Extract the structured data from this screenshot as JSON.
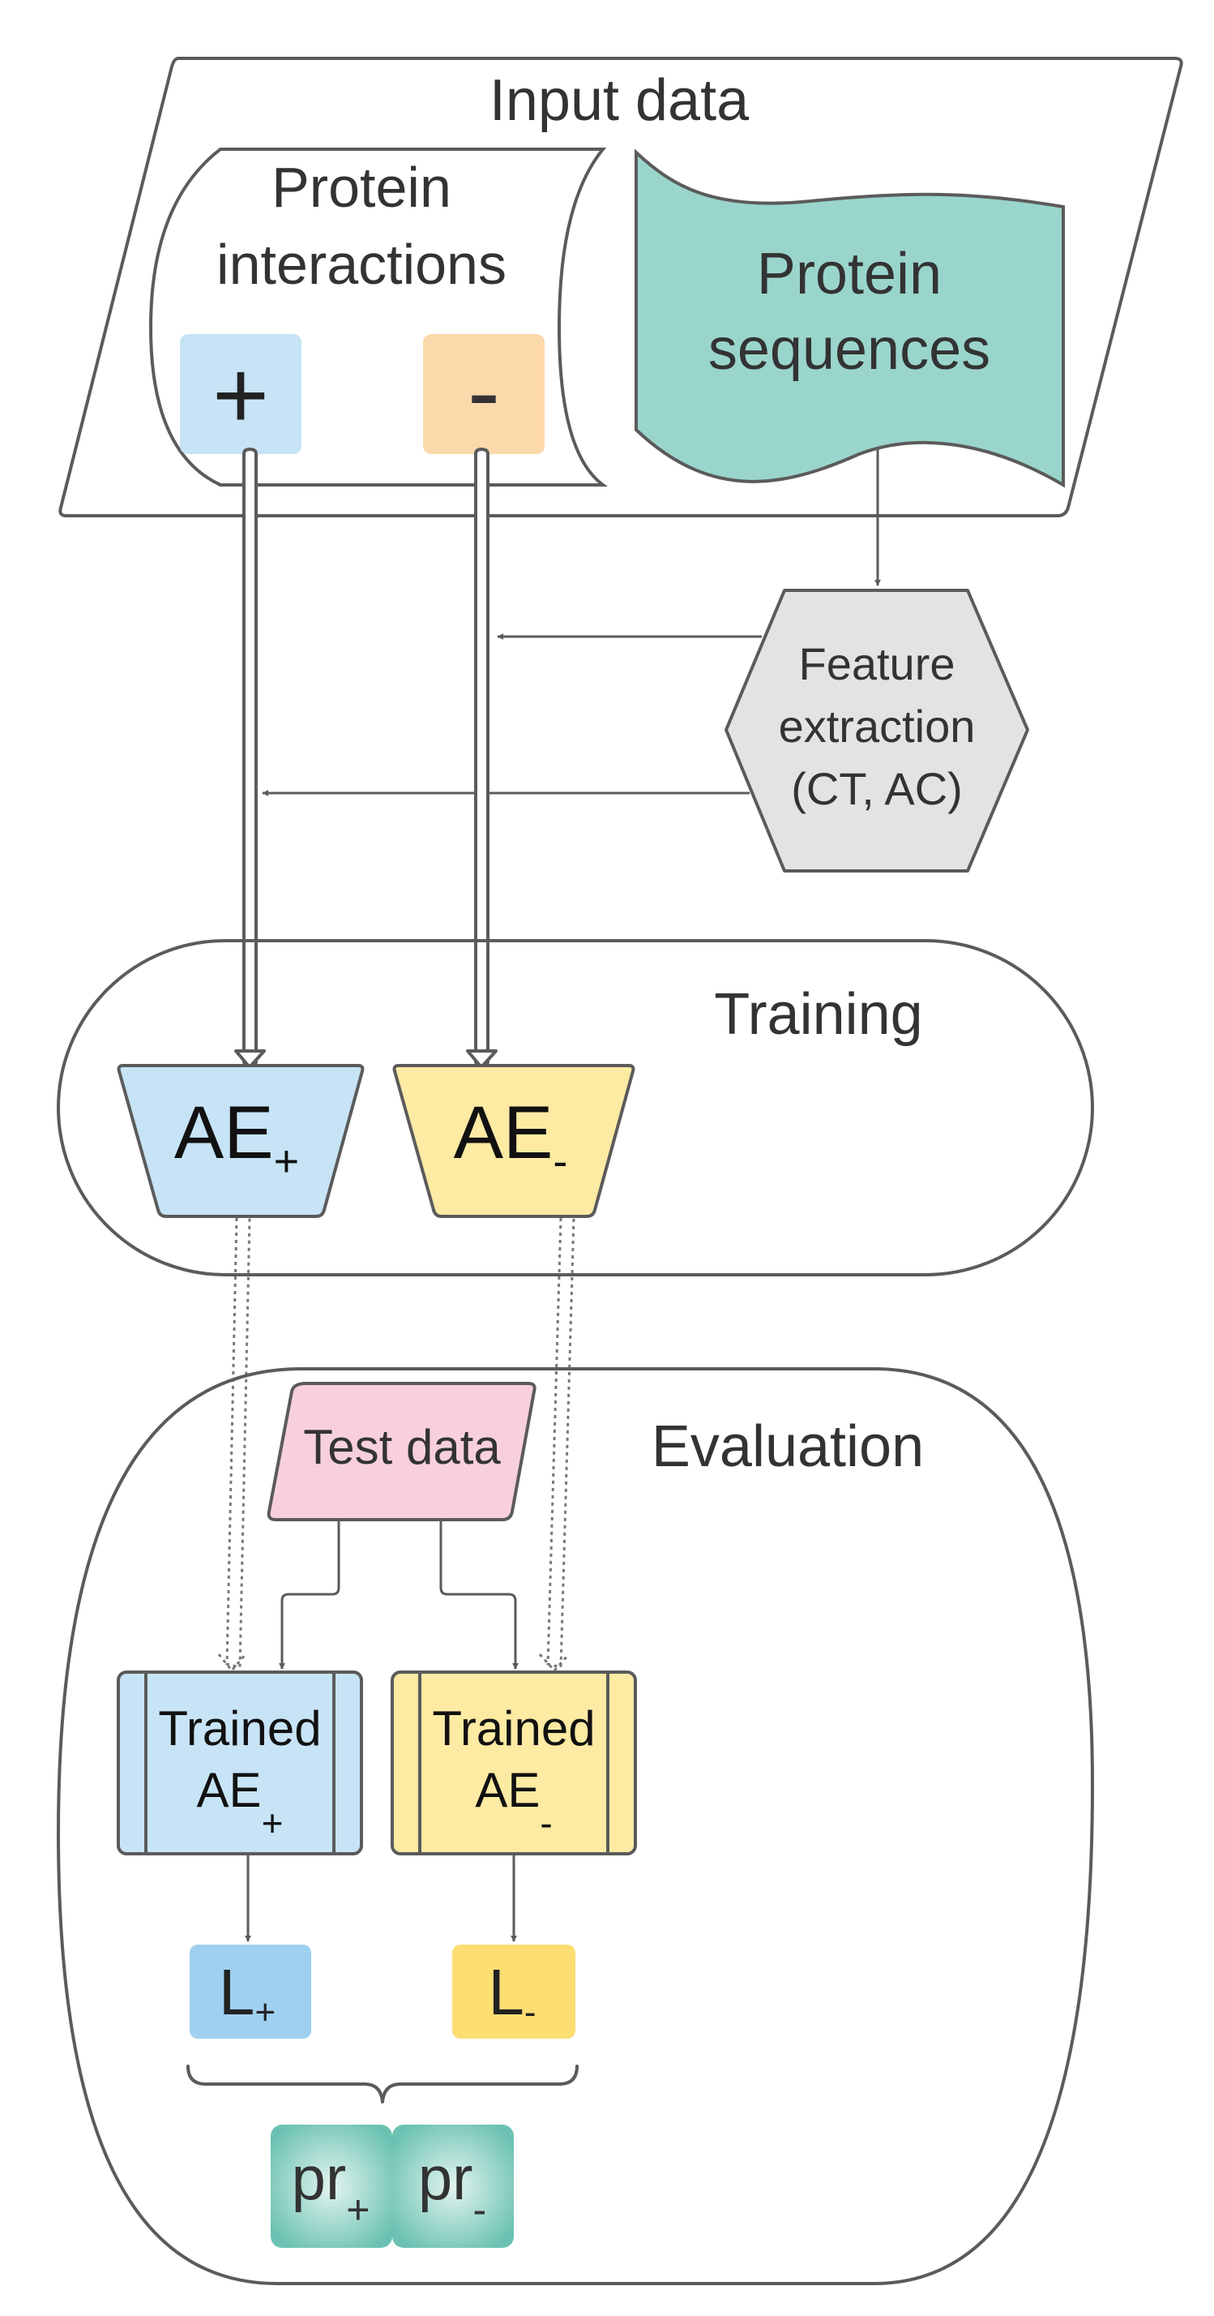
{
  "input_data": {
    "title": "Input data"
  },
  "interactions": {
    "title_line1": "Protein",
    "title_line2": "interactions",
    "positive_sign": "+",
    "negative_sign": "-"
  },
  "sequences": {
    "line1": "Protein",
    "line2": "sequences"
  },
  "feature_extraction": {
    "line1": "Feature",
    "line2": "extraction",
    "line3": "(CT, AC)"
  },
  "training": {
    "title": "Training",
    "ae_pos": {
      "base": "AE",
      "sub": "+"
    },
    "ae_neg": {
      "base": "AE",
      "sub": "-"
    }
  },
  "evaluation": {
    "title": "Evaluation",
    "test_data": "Test data",
    "trained_pos": {
      "line1": "Trained",
      "base": "AE",
      "sub": "+"
    },
    "trained_neg": {
      "line1": "Trained",
      "base": "AE",
      "sub": "-"
    },
    "loss_pos": {
      "base": "L",
      "sub": "+"
    },
    "loss_neg": {
      "base": "L",
      "sub": "-"
    },
    "pr_pos": {
      "base": "pr",
      "sub": "+"
    },
    "pr_neg": {
      "base": "pr",
      "sub": "-"
    }
  },
  "colors": {
    "stroke": "#5b5b5b",
    "text": "#333333",
    "blue_light": "#c6e4f6",
    "blue_box": "#c7e4f6",
    "orange_light": "#fcd9aa",
    "teal": "#9ad5cc",
    "gray_hex": "#e3e3e3",
    "yellow": "#fdeaa3",
    "pink": "#f8d0dd",
    "blue_loss": "#9fd0f0",
    "yellow_loss": "#fcde73",
    "teal_pr": "#7fcbbd"
  }
}
